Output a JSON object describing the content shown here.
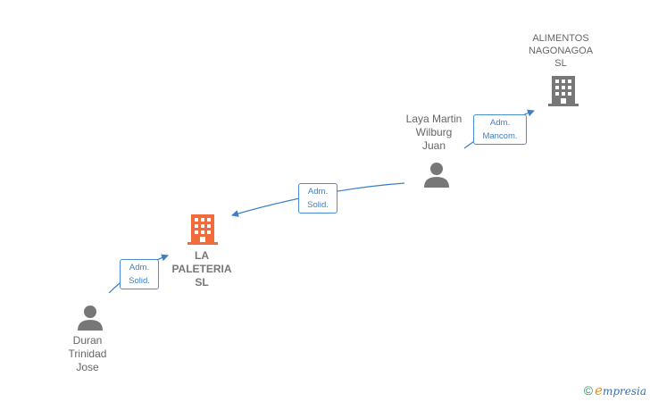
{
  "nodes": {
    "alimentos": {
      "lines": [
        "ALIMENTOS",
        "NAGONAGOA",
        "SL"
      ],
      "type": "company",
      "color": "#777777"
    },
    "laya": {
      "lines": [
        "Laya Martin",
        "Wilburg",
        "Juan"
      ],
      "type": "person",
      "color": "#777777"
    },
    "paleteria": {
      "lines": [
        "LA",
        "PALETERIA",
        "SL"
      ],
      "type": "company",
      "color": "#f26b3a"
    },
    "duran": {
      "lines": [
        "Duran",
        "Trinidad",
        "Jose"
      ],
      "type": "person",
      "color": "#777777"
    }
  },
  "edges": [
    {
      "from": "laya",
      "to": "alimentos",
      "lines": [
        "Adm.",
        "Mancom."
      ]
    },
    {
      "from": "laya",
      "to": "paleteria",
      "lines": [
        "Adm.",
        "Solid."
      ]
    },
    {
      "from": "duran",
      "to": "paleteria",
      "lines": [
        "Adm.",
        "Solid."
      ]
    }
  ],
  "colors": {
    "edge": "#3b7fc7",
    "main_company": "#f26b3a",
    "company": "#777777",
    "person": "#777777"
  },
  "watermark": {
    "copyright": "©",
    "brand_first": "e",
    "brand_rest": "mpresia"
  }
}
